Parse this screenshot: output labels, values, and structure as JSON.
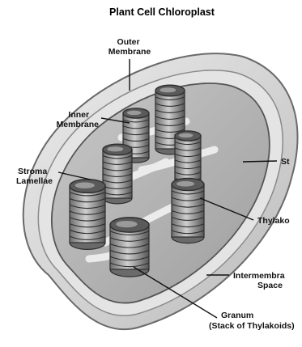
{
  "title": "Plant Cell Chloroplast",
  "labels": {
    "outer_membrane": [
      "Outer",
      "Membrane"
    ],
    "inner_membrane": [
      "Inner",
      "Membrane"
    ],
    "stroma_lamellae": [
      "Stroma",
      "Lamellae"
    ],
    "stroma": [
      "St"
    ],
    "thylakoid": [
      "Thylako"
    ],
    "intermembrane_space": [
      "Intermembra",
      "Space"
    ],
    "granum": [
      "Granum",
      "(Stack of Thylakoids)"
    ]
  },
  "colors": {
    "outer_fill": "#d9d9d9",
    "inner_fill": "#bcbcbc",
    "stack": "#8a8a8a",
    "stack_dark": "#2e2e2e",
    "lamella": "#f2f2f2"
  }
}
